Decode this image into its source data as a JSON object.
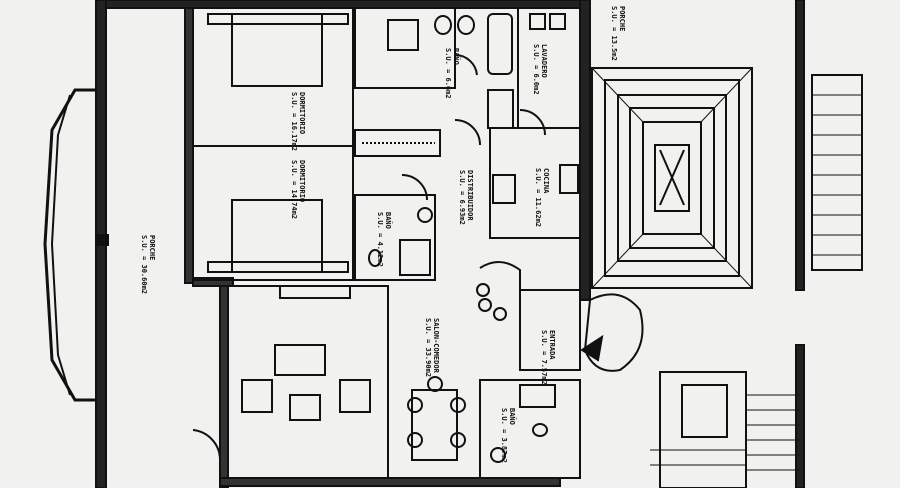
{
  "rooms": [
    {
      "name": "PORCHE",
      "area": "S.U. = 13.5m2"
    },
    {
      "name": "LAVADERO",
      "area": "S.U. = 6.0m2"
    },
    {
      "name": "BAÑO",
      "area": "S.U. = 6.6m2"
    },
    {
      "name": "DORMITORIO",
      "area": "S.U. = 16.17m2"
    },
    {
      "name": "DORMITORIO",
      "area": "S.U. = 14.74m2"
    },
    {
      "name": "COCINA",
      "area": "S.U. = 11.62m2"
    },
    {
      "name": "DISTRIBUIDOR",
      "area": "S.U. = 6.93m2"
    },
    {
      "name": "BAÑO",
      "area": "S.U. = 4.12m2"
    },
    {
      "name": "PORCHE",
      "area": "S.U. = 30.60m2"
    },
    {
      "name": "SALON-COMEDOR",
      "area": "S.U. = 33.90m2"
    },
    {
      "name": "ENTRADA",
      "area": "S.U. = 7.57m2"
    },
    {
      "name": "BAÑO",
      "area": "S.U. = 3.87m2"
    }
  ]
}
